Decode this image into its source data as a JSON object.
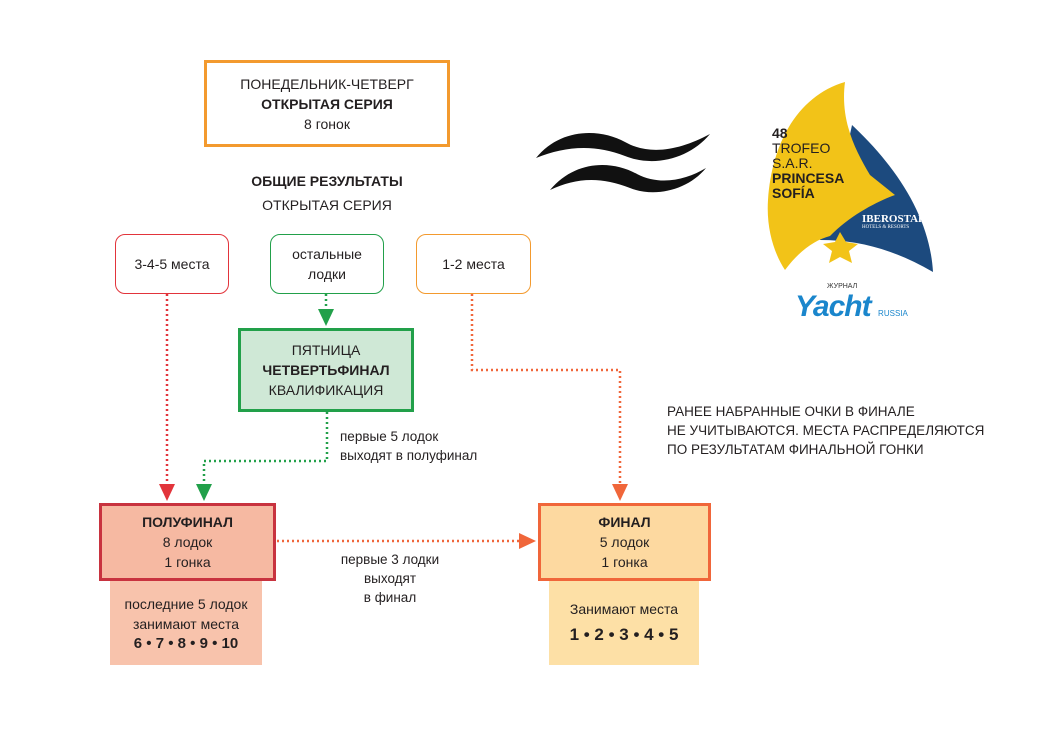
{
  "top_box": {
    "line1": "ПОНЕДЕЛЬНИК-ЧЕТВЕРГ",
    "line2": "ОТКРЫТАЯ СЕРИЯ",
    "line3": "8 гонок"
  },
  "overall": {
    "title": "ОБЩИЕ РЕЗУЛЬТАТЫ",
    "subtitle": "ОТКРЫТАЯ СЕРИЯ"
  },
  "groups": [
    {
      "label": "3-4-5 места",
      "color": "#e2343b"
    },
    {
      "label": "остальные лодки",
      "color": "#22a04a"
    },
    {
      "label": "1-2 места",
      "color": "#f39a2e"
    }
  ],
  "quarterfinal": {
    "line1": "ПЯТНИЦА",
    "line2": "ЧЕТВЕРТЬФИНАЛ",
    "line3": "КВАЛИФИКАЦИЯ"
  },
  "qf_note": {
    "line1": "первые 5 лодок",
    "line2": "выходят в полуфинал"
  },
  "semifinal": {
    "title": "ПОЛУФИНАЛ",
    "boats": "8 лодок",
    "races": "1 гонка",
    "note1": "последние 5 лодок",
    "note2": "занимают места",
    "places": "6 • 7 • 8 • 9 • 10"
  },
  "sf_note": {
    "line1": "первые 3 лодки",
    "line2": "выходят",
    "line3": "в финал"
  },
  "final": {
    "title": "ФИНАЛ",
    "boats": "5 лодок",
    "races": "1 гонка",
    "note1": "Занимают места",
    "places": "1 • 2 • 3 • 4 • 5"
  },
  "final_rule": {
    "line1": "РАНЕЕ НАБРАННЫЕ ОЧКИ В ФИНАЛЕ",
    "line2": "НЕ УЧИТЫВАЮТСЯ. МЕСТА РАСПРЕДЕЛЯЮТСЯ",
    "line3": "ПО РЕЗУЛЬТАТАМ ФИНАЛЬНОЙ ГОНКИ"
  },
  "logos": {
    "trofeo": {
      "number": "48",
      "l1": "TROFEO",
      "l2": "S.A.R.",
      "l3": "PRINCESA",
      "l4": "SOFÍA",
      "sponsor": "IBEROSTAR",
      "sponsor_sub": "HOTELS & RESORTS"
    },
    "yacht": {
      "top": "ЖУРНАЛ",
      "main": "Yacht",
      "side": "RUSSIA"
    }
  },
  "colors": {
    "red": "#e2343b",
    "green": "#22a04a",
    "orange": "#f39a2e",
    "final_orange": "#f0663a",
    "logo_yellow": "#f2c318",
    "logo_blue": "#1c4a7e",
    "yacht_blue": "#1a86cc"
  }
}
